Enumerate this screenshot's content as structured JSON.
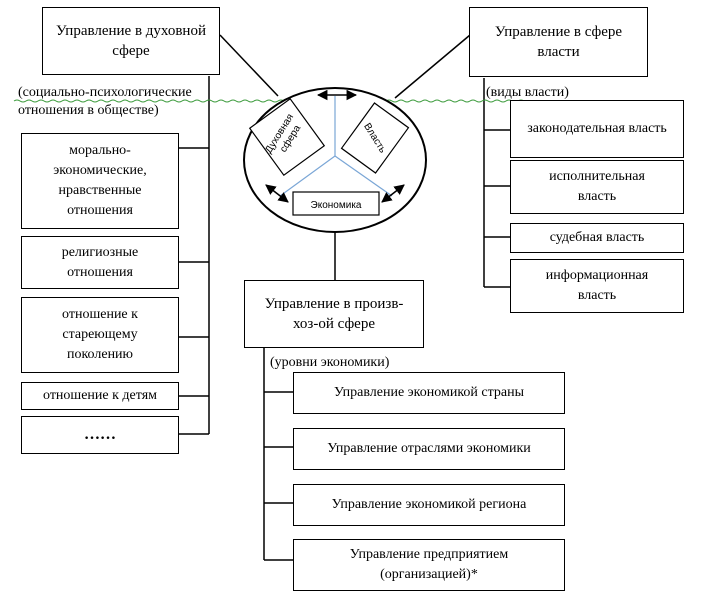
{
  "spiritual": {
    "title": "Управление в духовной сфере",
    "note": "(социально-психологические отношения в обществе)",
    "items": [
      "морально-экономические, нравственные отношения",
      "религиозные отношения",
      "отношение к стареющему поколению",
      "отношение к детям",
      "……"
    ]
  },
  "power": {
    "title": "Управление в сфере власти",
    "note": "(виды власти)",
    "items": [
      "законодательная власть",
      "исполнительная власть",
      "судебная власть",
      "информационная власть"
    ]
  },
  "production": {
    "title": "Управление в произв-хоз-ой сфере",
    "note": "(уровни экономики)",
    "items": [
      "Управление экономикой страны",
      "Управление отраслями экономики",
      "Управление экономикой региона",
      "Управление предприятием (организацией)*"
    ]
  },
  "center": {
    "spiritual_label": "Духовная сфера",
    "power_label": "Власть",
    "economy_label": "Экономика"
  }
}
